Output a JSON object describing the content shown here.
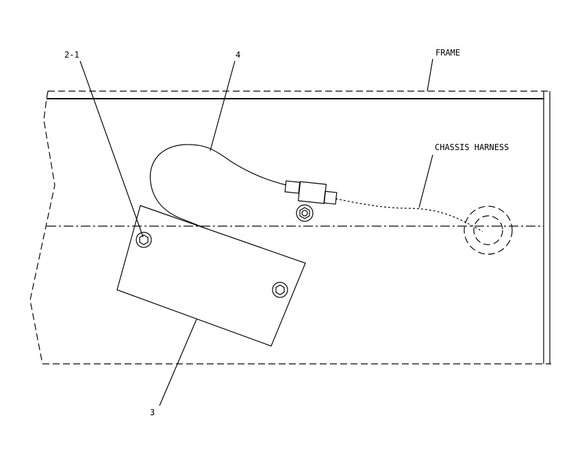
{
  "labels": {
    "frame": "FRAME",
    "chassis_harness": "CHASSIS HARNESS",
    "callout_2_1": "2-1",
    "callout_4": "4",
    "callout_3": "3"
  }
}
